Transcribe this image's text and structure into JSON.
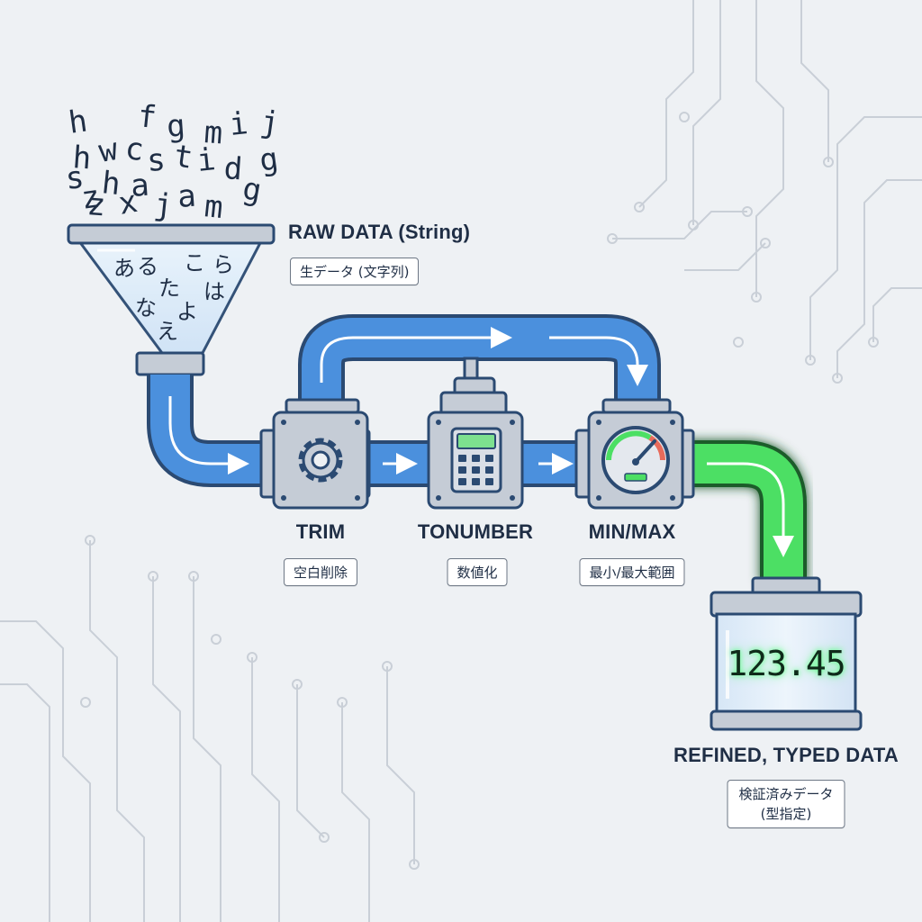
{
  "colors": {
    "pipe_blue": "#4b90dd",
    "pipe_outline": "#2b4a72",
    "pipe_green": "#4cdf64",
    "glow_green": "#7dff9a",
    "device_gray": "#c5ccd6",
    "label_dark": "#1f2e45",
    "circuit": "#c9cfd7"
  },
  "raw_letters": [
    "h",
    "f",
    "g",
    "m",
    "i",
    "j",
    "h",
    "w",
    "c",
    "s",
    "t",
    "i",
    "d",
    "g",
    "s",
    "h",
    "a",
    "z",
    "x",
    "j",
    "a",
    "m",
    "g",
    "z"
  ],
  "funnel_kana": [
    "あ",
    "る",
    "こ",
    "ら",
    "た",
    "は",
    "な",
    "よ",
    "え"
  ],
  "input": {
    "title": "RAW DATA (String)",
    "subtitle": "生データ (文字列)"
  },
  "stages": [
    {
      "label": "TRIM",
      "sublabel": "空白削除",
      "icon": "gear-icon"
    },
    {
      "label": "TONUMBER",
      "sublabel": "数値化",
      "icon": "calculator-icon"
    },
    {
      "label": "MIN/MAX",
      "sublabel": "最小/最大範囲",
      "icon": "gauge-icon"
    }
  ],
  "output": {
    "value": "123.45",
    "title": "REFINED, TYPED DATA",
    "subtitle_line1": "検証済みデータ",
    "subtitle_line2": "(型指定)"
  }
}
